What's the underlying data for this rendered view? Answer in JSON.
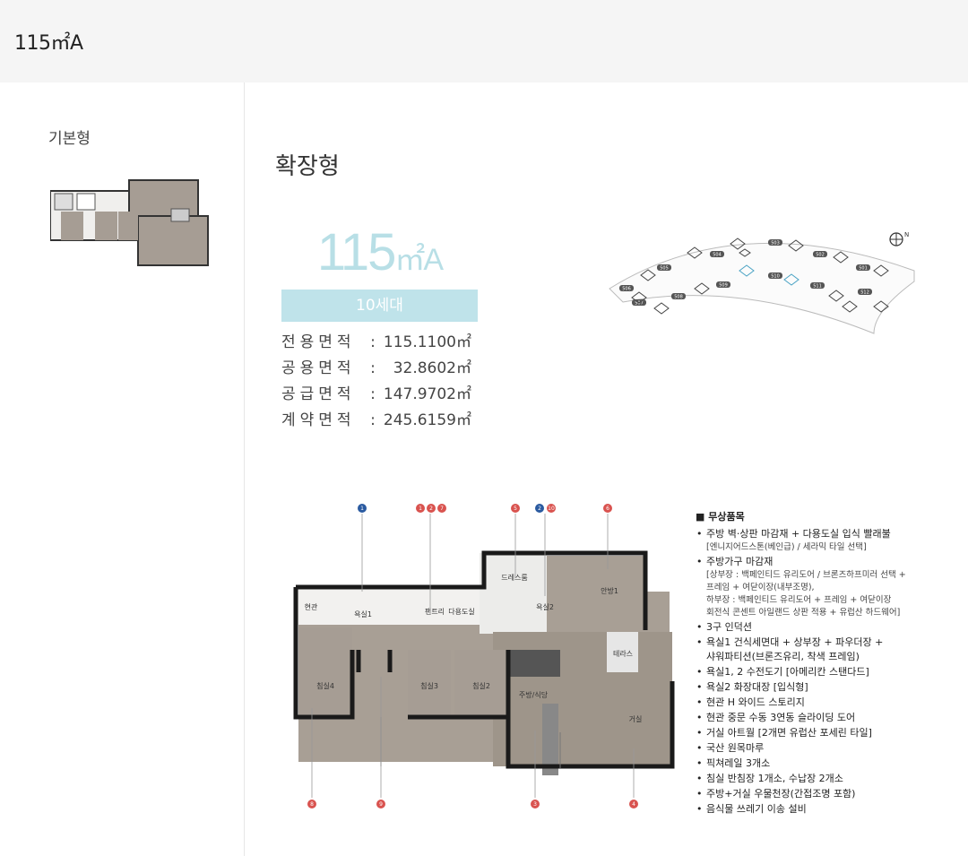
{
  "header": {
    "title": "115㎡A"
  },
  "left": {
    "basic_label": "기본형"
  },
  "main": {
    "title": "확장형",
    "type_name": "115",
    "type_unit": "㎡A",
    "households": "10세대",
    "areas": [
      {
        "label": "전용면적",
        "colon": ":",
        "value": "115.1100㎡"
      },
      {
        "label": "공용면적",
        "colon": ":",
        "value": "32.8602㎡"
      },
      {
        "label": "공급면적",
        "colon": ":",
        "value": "147.9702㎡"
      },
      {
        "label": "계약면적",
        "colon": ":",
        "value": "245.6159㎡"
      }
    ]
  },
  "siteplan": {
    "buildings": [
      "501",
      "502",
      "503",
      "504",
      "505",
      "506",
      "507",
      "508",
      "509",
      "510",
      "511",
      "512"
    ]
  },
  "floorplan": {
    "markers": [
      "1",
      "1",
      "2",
      "7",
      "5",
      "2",
      "10",
      "6",
      "8",
      "9",
      "3",
      "4"
    ],
    "rooms": [
      "안방1",
      "침실4",
      "침실3",
      "침실2",
      "거실",
      "주방/식당",
      "드레스룸",
      "욕실2",
      "욕실1",
      "다용도실",
      "현관",
      "테라스",
      "팬트리"
    ],
    "colors": {
      "marker_red": "#d9534f",
      "marker_blue": "#2a5aa0",
      "floor": "#a89f95",
      "wall": "#222222"
    }
  },
  "options": {
    "heading": "■ 무상품목",
    "items": [
      {
        "text": "주방 벽·상판 마감재 + 다용도실 입식 빨래불",
        "subs": [
          "[엔니지어드스톤(베인급) / 세라믹 타일 선택]"
        ]
      },
      {
        "text": "주방가구 마감재",
        "subs": [
          "[상부장 : 백페인티드 유리도어 / 브론즈하프미러 선택 +",
          "프레임 + 여닫이장(내부조명),",
          "하부장 : 백페인티드 유리도어 + 프레임 + 여닫이장",
          "회전식 콘센트 아일랜드 상판 적용 + 유럽산 하드웨어]"
        ]
      },
      {
        "text": "3구 인덕션",
        "subs": []
      },
      {
        "text": "욕실1 건식세면대 + 상부장 + 파우더장 +",
        "subs": []
      },
      {
        "text": "샤워파티션(브론즈유리, 착색 프레임)",
        "subs": []
      },
      {
        "text": "욕실1, 2 수전도기 [아메리칸 스탠다드]",
        "subs": []
      },
      {
        "text": "욕실2 화장대장 [입식형]",
        "subs": []
      },
      {
        "text": "현관 H 와이드 스토리지",
        "subs": []
      },
      {
        "text": "현관 중문 수동 3연동 슬라이딩 도어",
        "subs": []
      },
      {
        "text": "거실 아트월 [2개면 유럽산 포세린 타일]",
        "subs": []
      },
      {
        "text": "국산 원목마루",
        "subs": []
      },
      {
        "text": "픽쳐레일 3개소",
        "subs": []
      },
      {
        "text": "침실 반침장 1개소, 수납장 2개소",
        "subs": []
      },
      {
        "text": "주방+거실 우물천장(간접조명 포함)",
        "subs": []
      },
      {
        "text": "음식물 쓰레기 이송 설비",
        "subs": []
      }
    ]
  }
}
